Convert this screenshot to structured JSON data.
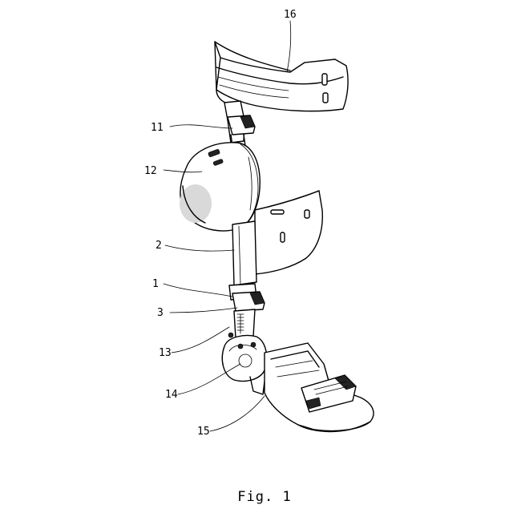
{
  "figure": {
    "caption": "Fig. 1",
    "labels": {
      "l16": "16",
      "l11": "11",
      "l12": "12",
      "l2": "2",
      "l1": "1",
      "l3": "3",
      "l13": "13",
      "l14": "14",
      "l15": "15"
    }
  }
}
